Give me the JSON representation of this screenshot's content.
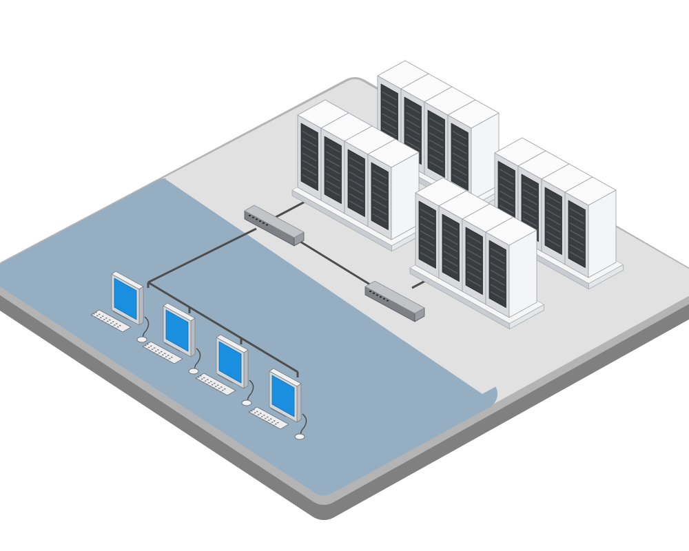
{
  "diagram": {
    "type": "isometric-network-diagram",
    "components": {
      "server_rack_groups": 4,
      "racks_per_group": 4,
      "network_switches": 2,
      "workstations": 4
    },
    "icons": [
      "server-rack-icon",
      "network-switch-icon",
      "workstation-monitor-icon",
      "keyboard-icon",
      "mouse-icon"
    ]
  },
  "colors": {
    "platform_top": "#e1e1e1",
    "platform_edge": "#808080",
    "platform_rim": "#b4b4b4",
    "client_zone": "#96aec1",
    "cable": "#4d4d4d",
    "rack_front": "#d8dadd",
    "rack_side": "#f4f5f6",
    "rack_top": "#fbfbfb",
    "rack_panel": "#3a3d40",
    "screen": "#1a8fe0"
  }
}
